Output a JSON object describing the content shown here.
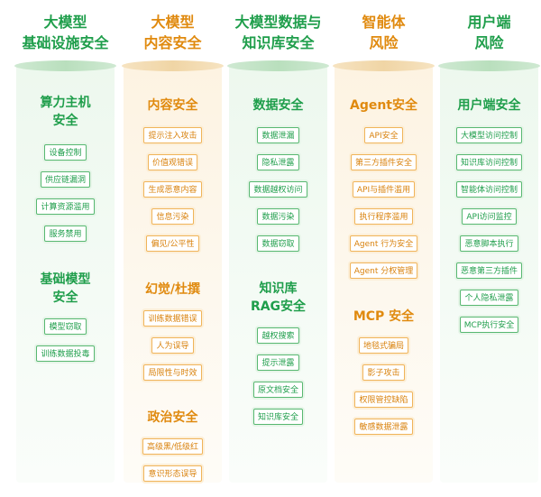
{
  "columns": [
    {
      "header": [
        "大模型",
        "基础设施安全"
      ],
      "sections": [
        {
          "title": [
            "算力主机",
            "安全"
          ],
          "items": [
            "设备控制",
            "供应链漏洞",
            "计算资源滥用",
            "服务禁用"
          ]
        },
        {
          "title": [
            "基础模型",
            "安全"
          ],
          "items": [
            "模型窃取",
            "训练数据投毒"
          ]
        }
      ]
    },
    {
      "header": [
        "大模型",
        "内容安全"
      ],
      "sections": [
        {
          "title": [
            "内容安全"
          ],
          "items": [
            "提示注入攻击",
            "价值观错误",
            "生成恶意内容",
            "信息污染",
            "偏见/公平性"
          ]
        },
        {
          "title": [
            "幻觉/杜撰"
          ],
          "items": [
            "训练数据错误",
            "人为误导",
            "局限性与时效"
          ]
        },
        {
          "title": [
            "政治安全"
          ],
          "items": [
            "高级黑/低级红",
            "意识形态误导"
          ]
        }
      ]
    },
    {
      "header": [
        "大模型数据与",
        "知识库安全"
      ],
      "sections": [
        {
          "title": [
            "数据安全"
          ],
          "items": [
            "数据泄漏",
            "隐私泄露",
            "数据越权访问",
            "数据污染",
            "数据窃取"
          ]
        },
        {
          "title": [
            "知识库",
            "RAG安全"
          ],
          "items": [
            "越权搜索",
            "提示泄露",
            "原文档安全",
            "知识库安全"
          ]
        }
      ]
    },
    {
      "header": [
        "智能体",
        "风险"
      ],
      "sections": [
        {
          "title": [
            "Agent安全"
          ],
          "items": [
            "API安全",
            "第三方插件安全",
            "API与插件滥用",
            "执行程序滥用",
            "Agent 行为安全",
            "Agent 分权管理"
          ]
        },
        {
          "title": [
            "MCP 安全"
          ],
          "items": [
            "地毯式骗局",
            "影子攻击",
            "权限管控缺陷",
            "敏感数据泄露"
          ]
        }
      ]
    },
    {
      "header": [
        "用户端",
        "风险"
      ],
      "sections": [
        {
          "title": [
            "用户端安全"
          ],
          "items": [
            "大模型访问控制",
            "知识库访问控制",
            "智能体访问控制",
            "API访问监控",
            "恶意脚本执行",
            "恶意第三方插件",
            "个人隐私泄露",
            "MCP执行安全"
          ]
        }
      ]
    }
  ],
  "colors": {
    "green": "#1f9e4b",
    "orange": "#e08a0f"
  }
}
